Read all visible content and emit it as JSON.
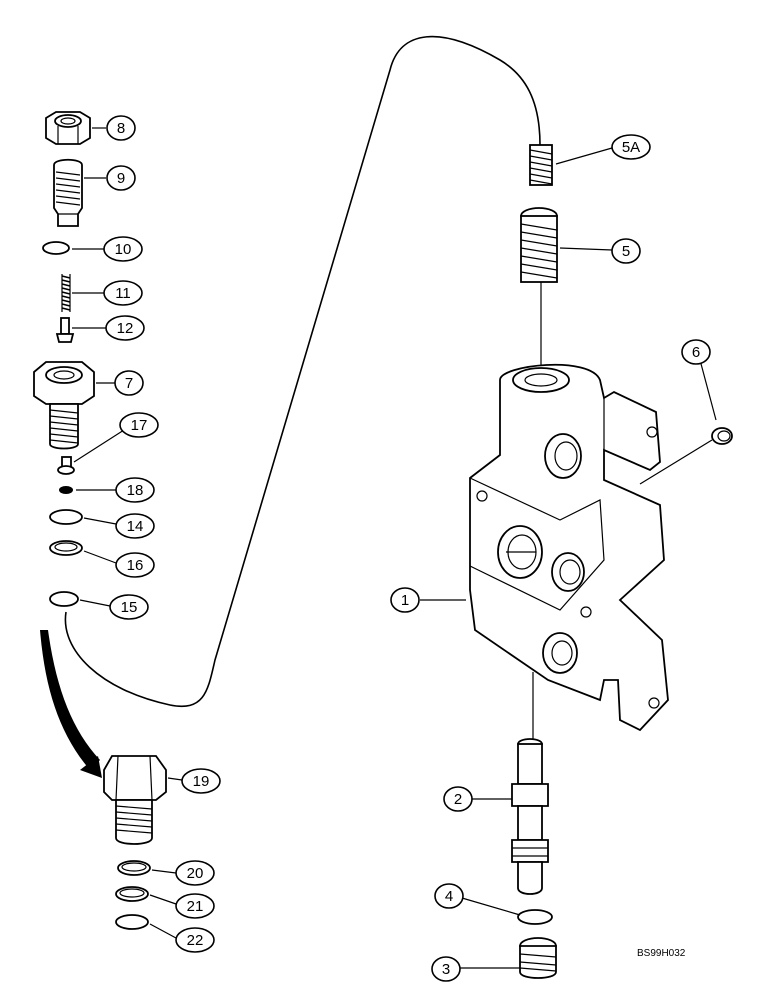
{
  "figure_code": "BS99H032",
  "callouts": [
    {
      "id": "c8",
      "label": "8"
    },
    {
      "id": "c9",
      "label": "9"
    },
    {
      "id": "c10",
      "label": "10"
    },
    {
      "id": "c11",
      "label": "11"
    },
    {
      "id": "c12",
      "label": "12"
    },
    {
      "id": "c7",
      "label": "7"
    },
    {
      "id": "c17",
      "label": "17"
    },
    {
      "id": "c18",
      "label": "18"
    },
    {
      "id": "c14",
      "label": "14"
    },
    {
      "id": "c16",
      "label": "16"
    },
    {
      "id": "c15",
      "label": "15"
    },
    {
      "id": "c19",
      "label": "19"
    },
    {
      "id": "c20",
      "label": "20"
    },
    {
      "id": "c21",
      "label": "21"
    },
    {
      "id": "c22",
      "label": "22"
    },
    {
      "id": "c5A",
      "label": "5A"
    },
    {
      "id": "c5",
      "label": "5"
    },
    {
      "id": "c6",
      "label": "6"
    },
    {
      "id": "c1",
      "label": "1"
    },
    {
      "id": "c2",
      "label": "2"
    },
    {
      "id": "c4",
      "label": "4"
    },
    {
      "id": "c3",
      "label": "3"
    }
  ]
}
